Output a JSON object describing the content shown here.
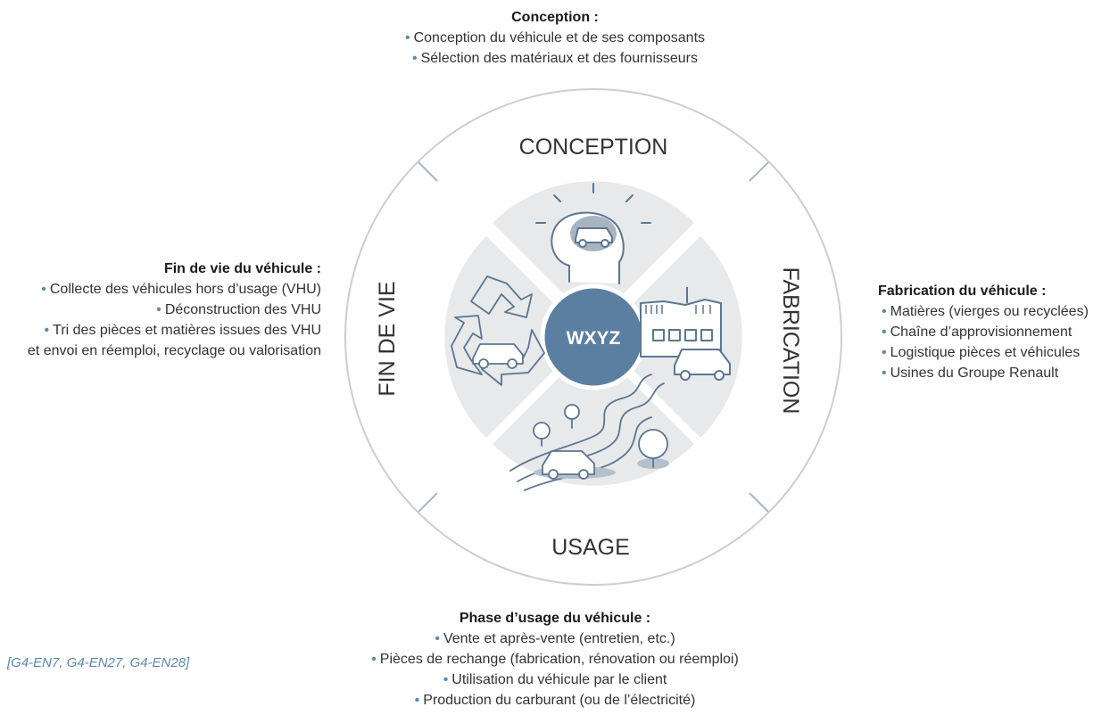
{
  "center_label": "WXYZ",
  "ring_labels": {
    "top": "CONCEPTION",
    "right": "FABRICATION",
    "bottom": "USAGE",
    "left": "FIN DE VIE"
  },
  "blocks": {
    "top": {
      "title": "Conception :",
      "items": [
        "Conception du véhicule et de ses composants",
        "Sélection des matériaux et des fournisseurs"
      ]
    },
    "left": {
      "title": "Fin de vie du véhicule :",
      "items": [
        "Collecte des véhicules hors d’usage (VHU)",
        "Déconstruction des VHU",
        "Tri des pièces et matières issues des VHU"
      ],
      "continuation": "et envoi en réemploi, recyclage ou valorisation"
    },
    "right": {
      "title": "Fabrication du véhicule :",
      "items": [
        "Matières (vierges ou recyclées)",
        "Chaîne d’approvisionnement",
        "Logistique pièces et véhicules",
        "Usines du Groupe Renault"
      ]
    },
    "bottom": {
      "title": "Phase d’usage du véhicule :",
      "items": [
        "Vente et après-vente (entretien, etc.)",
        "Pièces de rechange (fabrication, rénovation ou réemploi)",
        "Utilisation du véhicule par le client",
        "Production du carburant (ou de l’électricité)"
      ]
    }
  },
  "reference": "[G4-EN7, G4-EN27, G4-EN28]",
  "icons": {
    "top": "head-idea-car-icon",
    "right": "factory-car-icon",
    "bottom": "road-car-icon",
    "left": "recycle-car-icon"
  },
  "colors": {
    "ring_stroke": "#c9ced4",
    "divider": "#a9b7c4",
    "quadrant_fill": "#e8e9eb",
    "center_fill": "#5b7fa0",
    "accent": "#5b88ad",
    "icon_stroke": "#5a7690"
  }
}
